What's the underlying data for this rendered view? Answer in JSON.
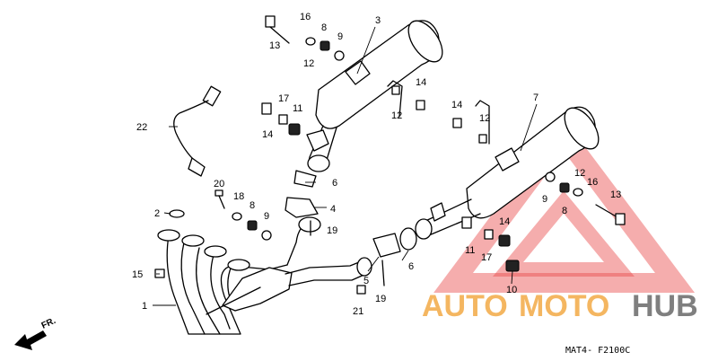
{
  "watermark": {
    "word_1": "AUTO",
    "word_2": "MOTO",
    "word_3": "HUB",
    "color_orange": "#f2a53a",
    "color_gray": "#555555",
    "color_red": "#e84a4a"
  },
  "direction_label": "FR.",
  "diagram_code": "MAT4- F2100C",
  "callouts": {
    "c1": "1",
    "c2": "2",
    "c3": "3",
    "c4": "4",
    "c5": "5",
    "c6a": "6",
    "c6b": "6",
    "c7": "7",
    "c8a": "8",
    "c8b": "8",
    "c8c": "8",
    "c9a": "9",
    "c9b": "9",
    "c9c": "9",
    "c10": "10",
    "c11a": "11",
    "c11b": "11",
    "c12a": "12",
    "c12b": "12",
    "c12c": "12",
    "c12d": "12",
    "c13a": "13",
    "c13b": "13",
    "c14a": "14",
    "c14b": "14",
    "c14c": "14",
    "c14d": "14",
    "c15": "15",
    "c16a": "16",
    "c16b": "16",
    "c17a": "17",
    "c17b": "17",
    "c18": "18",
    "c19a": "19",
    "c19b": "19",
    "c20": "20",
    "c21": "21",
    "c22": "22"
  }
}
